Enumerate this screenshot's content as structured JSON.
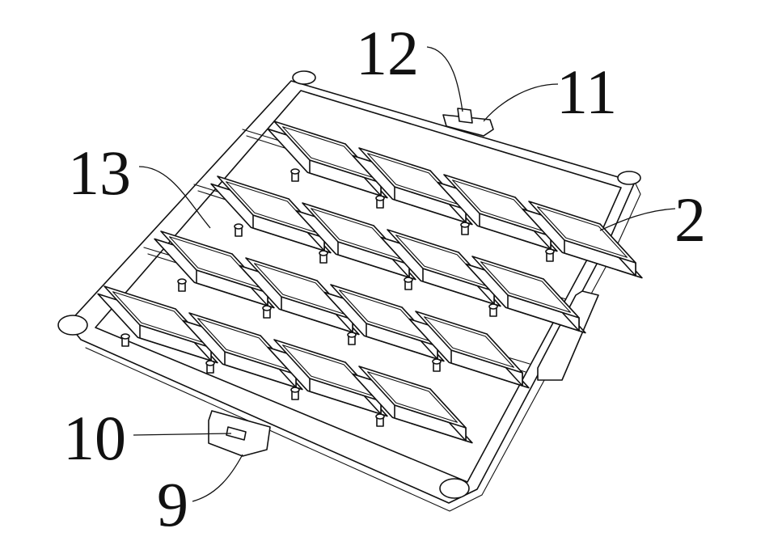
{
  "figure": {
    "labels": [
      {
        "id": "label-12",
        "text": "12"
      },
      {
        "id": "label-11",
        "text": "11"
      },
      {
        "id": "label-13",
        "text": "13"
      },
      {
        "id": "label-2",
        "text": "2"
      },
      {
        "id": "label-10",
        "text": "10"
      },
      {
        "id": "label-9",
        "text": "9"
      }
    ],
    "grid": {
      "rows": 4,
      "cols": 4
    },
    "colors": {
      "line": "#111111",
      "background": "#ffffff"
    }
  }
}
